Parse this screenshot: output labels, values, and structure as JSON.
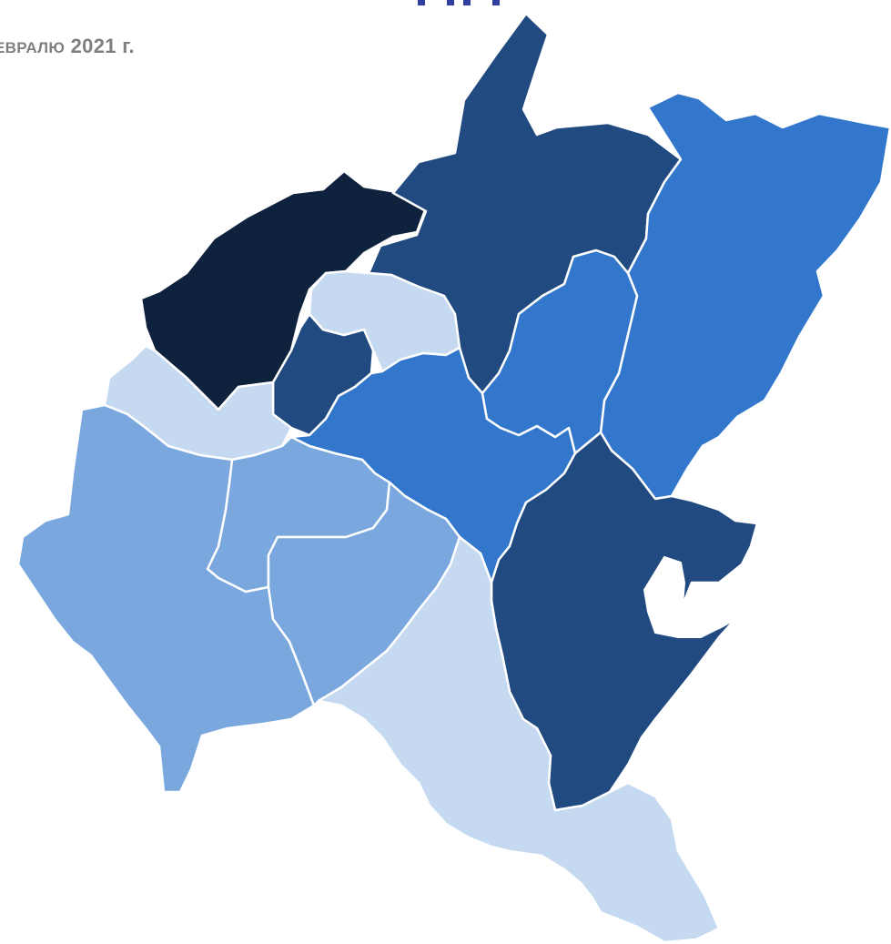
{
  "header": {
    "subtitle_prefix": "ЕВРАЛЮ",
    "subtitle_year": "2021 г."
  },
  "colors": {
    "level_1": "#c5d9f1",
    "level_2": "#79a7de",
    "level_3": "#3277cc",
    "level_4": "#204a80",
    "level_5": "#0f223d",
    "title": "#2f3f9f",
    "subtitle": "#7f7f7f",
    "border": "#ffffff"
  },
  "regions": [
    {
      "key": "nw-dark",
      "level": 5
    },
    {
      "key": "north-central",
      "level": 4
    },
    {
      "key": "north-east",
      "level": 3
    },
    {
      "key": "center-small",
      "level": 4
    },
    {
      "key": "center-light",
      "level": 1
    },
    {
      "key": "center-blue",
      "level": 3
    },
    {
      "key": "east-central",
      "level": 3
    },
    {
      "key": "west-light",
      "level": 1
    },
    {
      "key": "west-mid",
      "level": 2
    },
    {
      "key": "sw-large",
      "level": 2
    },
    {
      "key": "center-south",
      "level": 2
    },
    {
      "key": "center-south-2",
      "level": 2
    },
    {
      "key": "south-east-dark",
      "level": 4
    },
    {
      "key": "south-light",
      "level": 1
    }
  ]
}
